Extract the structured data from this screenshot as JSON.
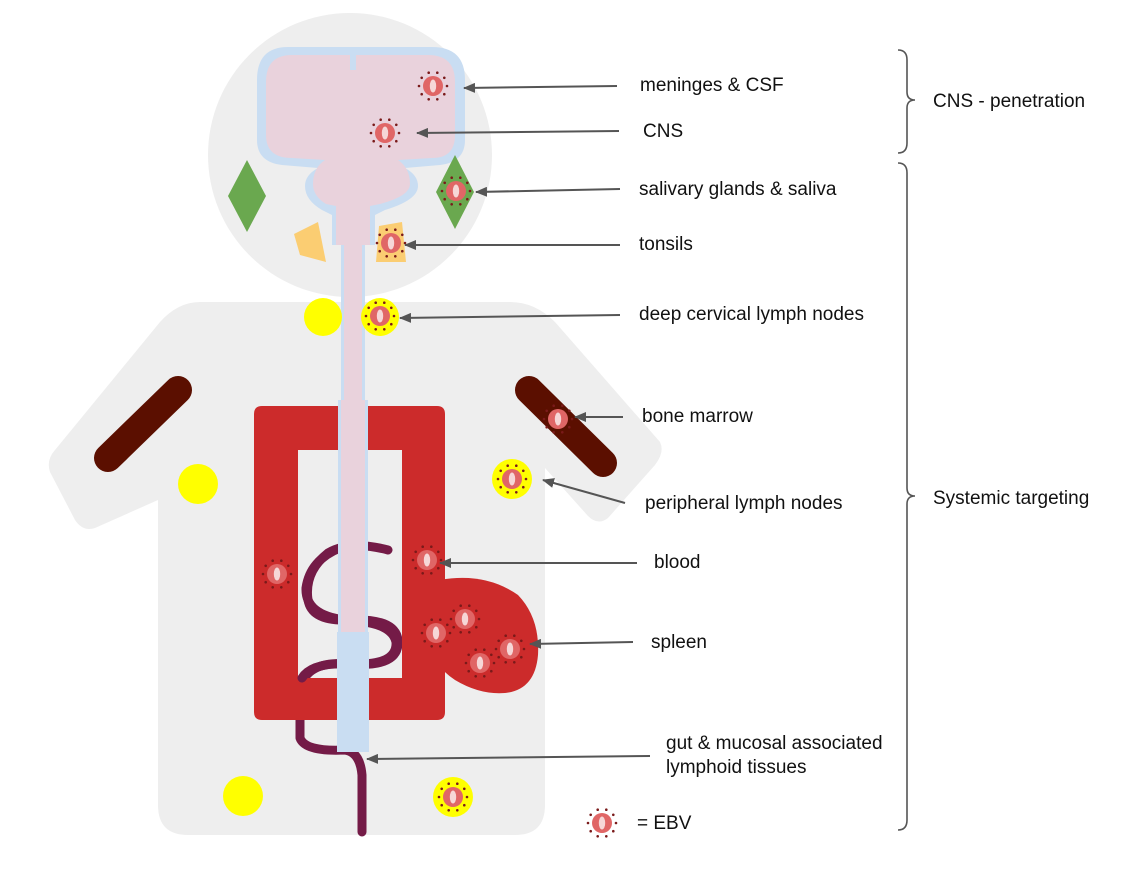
{
  "labels": {
    "meninges": "meninges & CSF",
    "cns": "CNS",
    "salivary": "salivary glands & saliva",
    "tonsils": "tonsils",
    "cervical": "deep cervical lymph nodes",
    "bone_marrow": "bone marrow",
    "peripheral": "peripheral lymph nodes",
    "blood": "blood",
    "spleen": "spleen",
    "gut_line1": "gut & mucosal associated",
    "gut_line2": "lymphoid tissues"
  },
  "groups": {
    "cns_penetration": "CNS - penetration",
    "systemic": "Systemic targeting"
  },
  "legend": {
    "ebv": "= EBV"
  },
  "icons": {
    "virus": "ebv-virus-icon"
  },
  "colors": {
    "body": "#eeeeee",
    "brain": "#e9d2dc",
    "csf": "#c9ddf2",
    "salivary": "#6aa84f",
    "tonsil": "#fbcd72",
    "lymph_node": "#ffff00",
    "bone_marrow": "#5b0f00",
    "blood_vessel": "#cc2b2b",
    "spleen": "#cc2b2b",
    "gut": "#741b47",
    "virus": "#e06666",
    "arrow": "#555555"
  }
}
